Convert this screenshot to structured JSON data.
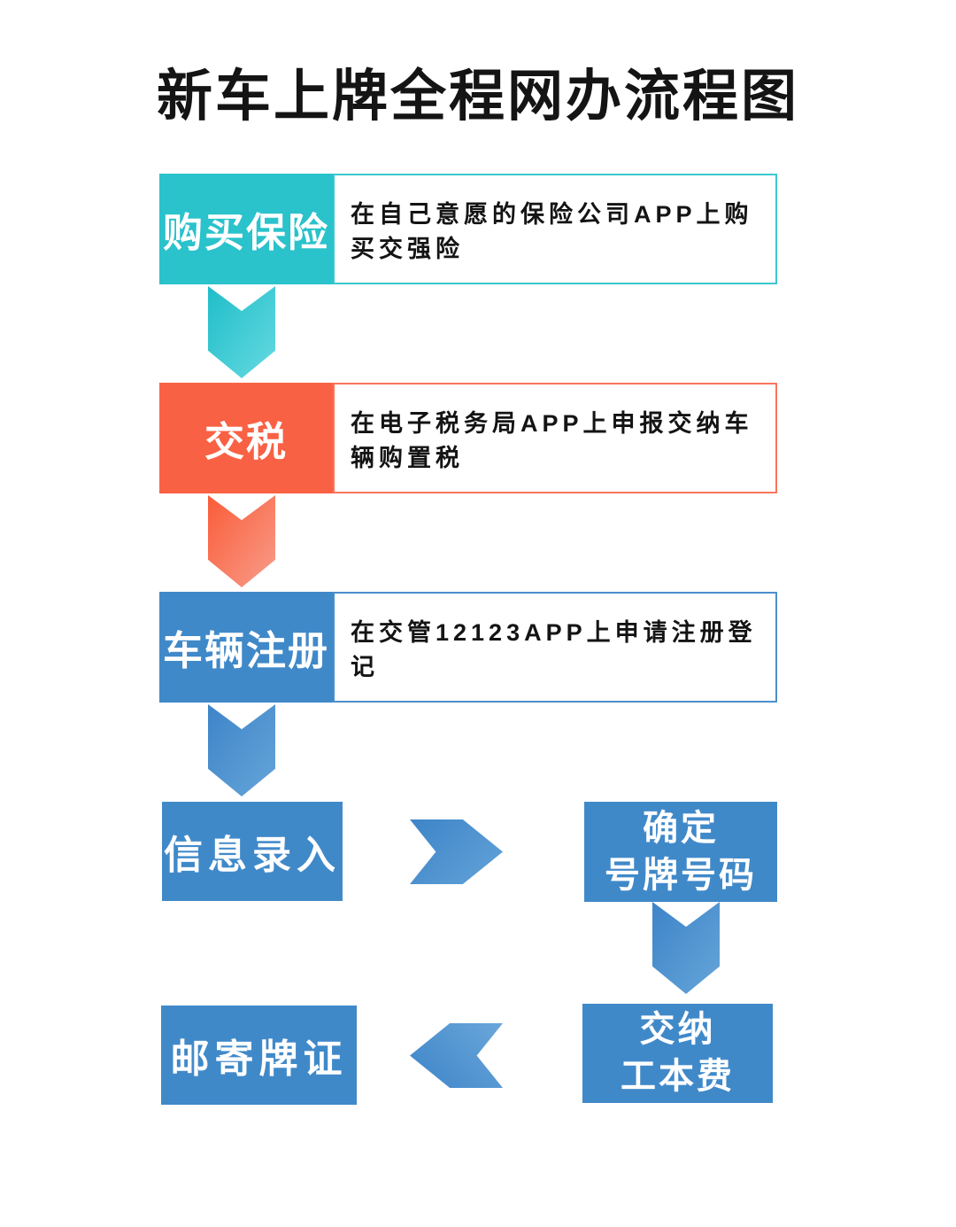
{
  "title": "新车上牌全程网办流程图",
  "colors": {
    "teal": "#2ac2cb",
    "orange": "#f96144",
    "blue": "#4089c9",
    "ink": "#141414"
  },
  "steps": [
    {
      "label": "购买保险",
      "description": "在自己意愿的保险公司APP上购买交强险",
      "color": "#2ac2cb"
    },
    {
      "label": "交税",
      "description": "在电子税务局APP上申报交纳车辆购置税",
      "color": "#f96144"
    },
    {
      "label": "车辆注册",
      "description": "在交管12123APP上申请注册登记",
      "color": "#4089c9"
    }
  ],
  "nodes": {
    "info_entry": {
      "label": "信息录入"
    },
    "confirm_plate": {
      "line1": "确定",
      "line2": "号牌号码"
    },
    "pay_fee": {
      "line1": "交纳",
      "line2": "工本费"
    },
    "mail_plate": {
      "label": "邮寄牌证"
    }
  }
}
